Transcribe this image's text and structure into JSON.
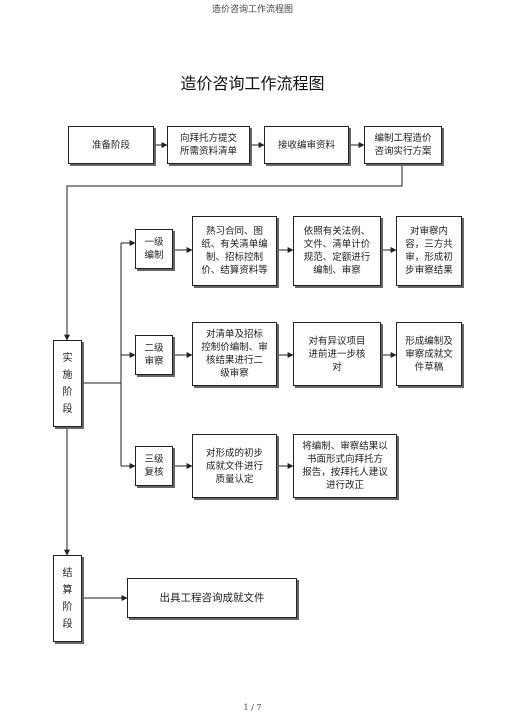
{
  "header": "造价咨询工作流程图",
  "title": "造价咨询工作流程图",
  "footer": "1 / 7",
  "top_row": [
    "准备阶段",
    "向拜托方提交\n所需资料清单",
    "接收编审资料",
    "编制工程造价\n咨询实行方案"
  ],
  "stages": {
    "implementation": "实\n施\n阶\n段",
    "settlement": "结\n算\n阶\n段"
  },
  "levels": [
    {
      "label": "一级\n编制",
      "steps": [
        "熟习合同、图\n纸、有关清单编\n制、招标控制\n价、结算资料等",
        "依照有关法例、\n文件、清单计价\n规范、定额进行\n编制、审察",
        "对审察内\n容，三方共\n审，形成初\n步审察结果"
      ]
    },
    {
      "label": "二级\n审察",
      "steps": [
        "对清单及招标\n控制价编制、审\n核结果进行二\n级审察",
        "对有异议项目\n进前进一步核\n对",
        "形成编制及\n审察成就文\n件草稿"
      ]
    },
    {
      "label": "三级\n复核",
      "steps": [
        "对形成的初步\n成就文件进行\n质量认定",
        "将编制、审察结果以\n书面形式向拜托方\n报告，按拜托人建议\n进行改正"
      ]
    }
  ],
  "output": "出具工程咨询成就文件"
}
